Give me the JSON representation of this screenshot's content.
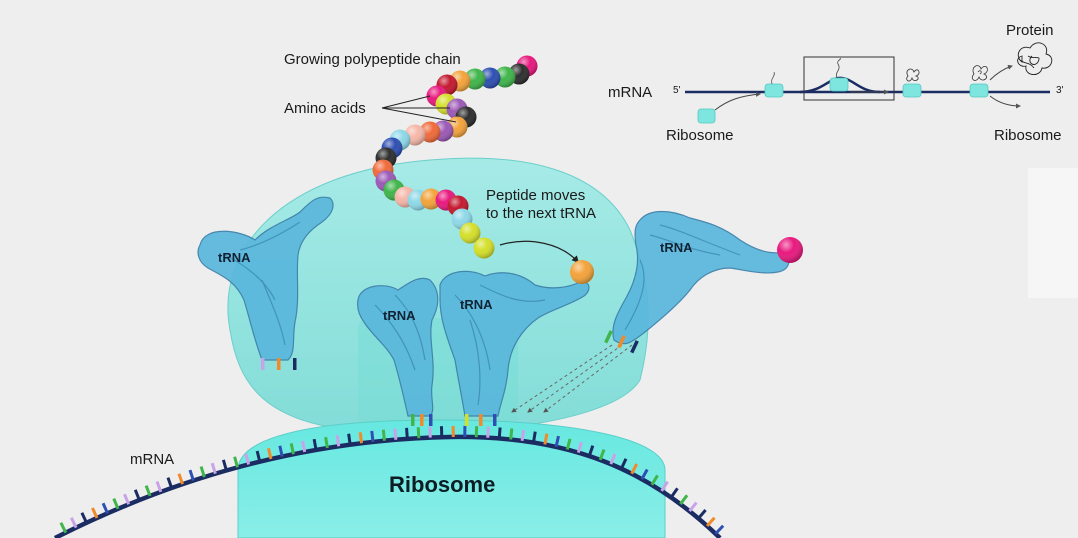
{
  "labels": {
    "growing_chain": "Growing polypeptide chain",
    "amino_acids": "Amino acids",
    "peptide_moves_line1": "Peptide moves",
    "peptide_moves_line2": "to the next tRNA",
    "trna": "tRNA",
    "mrna_main": "mRNA",
    "ribosome_main": "Ribosome"
  },
  "inset": {
    "mrna": "mRNA",
    "five_prime": "5'",
    "three_prime": "3'",
    "ribosome_in": "Ribosome",
    "ribosome_out": "Ribosome",
    "protein": "Protein"
  },
  "colors": {
    "ribosome": "#7fe6e0",
    "trna": "#5ab7dc",
    "mrna_strand": "#1b2c63",
    "amino_acids": [
      "#e8197e",
      "#f3a33b",
      "#2e4fb3",
      "#9b59b6",
      "#3fb54a",
      "#2e2e2e",
      "#f06a3a",
      "#8ed8e8",
      "#d4df2a",
      "#c4192f",
      "#f6b6a8"
    ]
  }
}
